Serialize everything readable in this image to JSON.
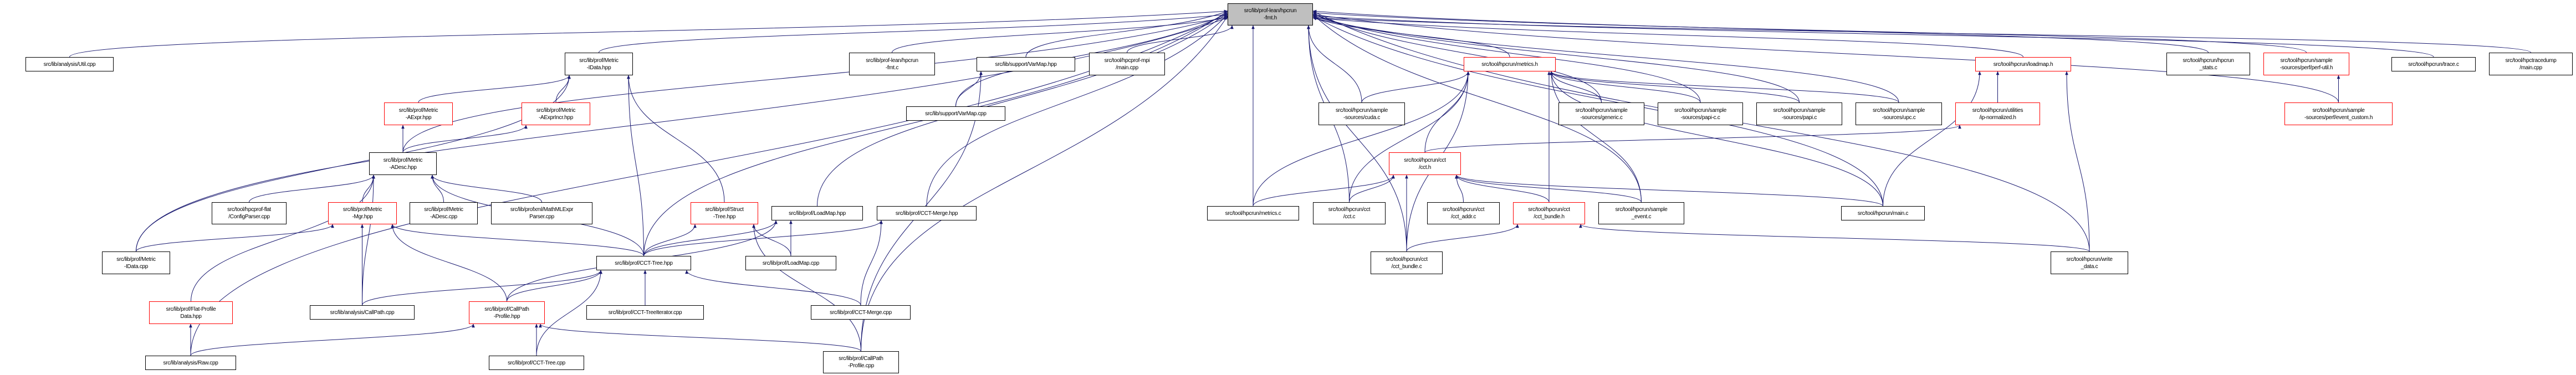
{
  "graph": {
    "edge_color": "#191970",
    "root_fill": "#bfbfbf",
    "truncated_border_color": "#ff0000",
    "nodes": [
      {
        "id": "fmt_h",
        "label": "src/lib/prof-lean/hpcrun\n-fmt.h",
        "style": "root"
      },
      {
        "id": "util_cpp",
        "label": "src/lib/analysis/Util.cpp",
        "style": "normal"
      },
      {
        "id": "idata_hpp",
        "label": "src/lib/prof/Metric\n-IData.hpp",
        "style": "normal"
      },
      {
        "id": "aexpr_hpp",
        "label": "src/lib/prof/Metric\n-AExpr.hpp",
        "style": "red"
      },
      {
        "id": "aexprincr_hpp",
        "label": "src/lib/prof/Metric\n-AExprIncr.hpp",
        "style": "red"
      },
      {
        "id": "adesc_hpp",
        "label": "src/lib/prof/Metric\n-ADesc.hpp",
        "style": "normal"
      },
      {
        "id": "configparser",
        "label": "src/tool/hpcprof-flat\n/ConfigParser.cpp",
        "style": "normal"
      },
      {
        "id": "mgr_hpp",
        "label": "src/lib/prof/Metric\n-Mgr.hpp",
        "style": "red"
      },
      {
        "id": "adesc_cpp",
        "label": "src/lib/prof/Metric\n-ADesc.cpp",
        "style": "normal"
      },
      {
        "id": "mathml",
        "label": "src/lib/profxml/MathMLExpr\nParser.cpp",
        "style": "normal"
      },
      {
        "id": "idata_cpp",
        "label": "src/lib/prof/Metric\n-IData.cpp",
        "style": "normal"
      },
      {
        "id": "ccttree_hpp",
        "label": "src/lib/prof/CCT-Tree.hpp",
        "style": "normal"
      },
      {
        "id": "flatprofile",
        "label": "src/lib/prof/Flat-Profile\nData.hpp",
        "style": "red"
      },
      {
        "id": "callpath_cpp",
        "label": "src/lib/analysis/CallPath.cpp",
        "style": "normal"
      },
      {
        "id": "cpprofile_hpp",
        "label": "src/lib/prof/CallPath\n-Profile.hpp",
        "style": "red"
      },
      {
        "id": "treeiter",
        "label": "src/lib/prof/CCT-TreeIterator.cpp",
        "style": "normal"
      },
      {
        "id": "raw_cpp",
        "label": "src/lib/analysis/Raw.cpp",
        "style": "normal"
      },
      {
        "id": "ccttree_cpp",
        "label": "src/lib/prof/CCT-Tree.cpp",
        "style": "normal"
      },
      {
        "id": "fmt_c",
        "label": "src/lib/prof-lean/hpcrun\n-fmt.c",
        "style": "normal"
      },
      {
        "id": "varmap_hpp",
        "label": "src/lib/support/VarMap.hpp",
        "style": "normal"
      },
      {
        "id": "mpi_main",
        "label": "src/tool/hpcprof-mpi\n/main.cpp",
        "style": "normal"
      },
      {
        "id": "varmap_cpp",
        "label": "src/lib/support/VarMap.cpp",
        "style": "normal"
      },
      {
        "id": "struct_hpp",
        "label": "src/lib/prof/Struct\n-Tree.hpp",
        "style": "red"
      },
      {
        "id": "loadmap_hpp",
        "label": "src/lib/prof/LoadMap.hpp",
        "style": "normal"
      },
      {
        "id": "merge_hpp",
        "label": "src/lib/prof/CCT-Merge.hpp",
        "style": "normal"
      },
      {
        "id": "loadmap_cpp",
        "label": "src/lib/prof/LoadMap.cpp",
        "style": "normal"
      },
      {
        "id": "merge_cpp",
        "label": "src/lib/prof/CCT-Merge.cpp",
        "style": "normal"
      },
      {
        "id": "cpprofile_cpp",
        "label": "src/lib/prof/CallPath\n-Profile.cpp",
        "style": "normal"
      },
      {
        "id": "metrics_c",
        "label": "src/tool/hpcrun/metrics.c",
        "style": "normal"
      },
      {
        "id": "metrics_h",
        "label": "src/tool/hpcrun/metrics.h",
        "style": "red"
      },
      {
        "id": "cuda_c",
        "label": "src/tool/hpcrun/sample\n-sources/cuda.c",
        "style": "normal"
      },
      {
        "id": "cct_c",
        "label": "src/tool/hpcrun/cct\n/cct.c",
        "style": "normal"
      },
      {
        "id": "generic_c",
        "label": "src/tool/hpcrun/sample\n-sources/generic.c",
        "style": "normal"
      },
      {
        "id": "papic_c",
        "label": "src/tool/hpcrun/sample\n-sources/papi-c.c",
        "style": "normal"
      },
      {
        "id": "papi_c",
        "label": "src/tool/hpcrun/sample\n-sources/papi.c",
        "style": "normal"
      },
      {
        "id": "upc_c",
        "label": "src/tool/hpcrun/sample\n-sources/upc.c",
        "style": "normal"
      },
      {
        "id": "ipnorm_h",
        "label": "src/tool/hpcrun/utilities\n/ip-normalized.h",
        "style": "red"
      },
      {
        "id": "cct_h",
        "label": "src/tool/hpcrun/cct\n/cct.h",
        "style": "red"
      },
      {
        "id": "cctaddr_c",
        "label": "src/tool/hpcrun/cct\n/cct_addr.c",
        "style": "normal"
      },
      {
        "id": "bundle_h",
        "label": "src/tool/hpcrun/cct\n/cct_bundle.h",
        "style": "red"
      },
      {
        "id": "sample_event",
        "label": "src/tool/hpcrun/sample\n_event.c",
        "style": "normal"
      },
      {
        "id": "main_c",
        "label": "src/tool/hpcrun/main.c",
        "style": "normal"
      },
      {
        "id": "bundle_c",
        "label": "src/tool/hpcrun/cct\n/cct_bundle.c",
        "style": "normal"
      },
      {
        "id": "loadmap_h",
        "label": "src/tool/hpcrun/loadmap.h",
        "style": "red"
      },
      {
        "id": "stats_c",
        "label": "src/tool/hpcrun/hpcrun\n_stats.c",
        "style": "normal"
      },
      {
        "id": "perfutil_h",
        "label": "src/tool/hpcrun/sample\n-sources/perf/perf-util.h",
        "style": "red"
      },
      {
        "id": "eventcustom_h",
        "label": "src/tool/hpcrun/sample\n-sources/perf/event_custom.h",
        "style": "red"
      },
      {
        "id": "trace_c",
        "label": "src/tool/hpcrun/trace.c",
        "style": "normal"
      },
      {
        "id": "tracedump_main",
        "label": "src/tool/hpctracedump\n/main.cpp",
        "style": "normal"
      },
      {
        "id": "writedata_c",
        "label": "src/tool/hpcrun/write\n_data.c",
        "style": "normal"
      }
    ],
    "edges": [
      [
        "util_cpp",
        "fmt_h"
      ],
      [
        "raw_cpp",
        "fmt_h"
      ],
      [
        "idata_hpp",
        "fmt_h"
      ],
      [
        "adesc_hpp",
        "fmt_h"
      ],
      [
        "idata_cpp",
        "fmt_h"
      ],
      [
        "ccttree_hpp",
        "fmt_h"
      ],
      [
        "loadmap_hpp",
        "fmt_h"
      ],
      [
        "merge_hpp",
        "fmt_h"
      ],
      [
        "cpprofile_cpp",
        "fmt_h"
      ],
      [
        "fmt_c",
        "fmt_h"
      ],
      [
        "varmap_hpp",
        "fmt_h"
      ],
      [
        "varmap_cpp",
        "fmt_h"
      ],
      [
        "mpi_main",
        "fmt_h"
      ],
      [
        "metrics_c",
        "fmt_h"
      ],
      [
        "metrics_h",
        "fmt_h"
      ],
      [
        "cuda_c",
        "fmt_h"
      ],
      [
        "generic_c",
        "fmt_h"
      ],
      [
        "papic_c",
        "fmt_h"
      ],
      [
        "papi_c",
        "fmt_h"
      ],
      [
        "upc_c",
        "fmt_h"
      ],
      [
        "cct_c",
        "fmt_h"
      ],
      [
        "bundle_c",
        "fmt_h"
      ],
      [
        "sample_event",
        "fmt_h"
      ],
      [
        "main_c",
        "fmt_h"
      ],
      [
        "loadmap_h",
        "fmt_h"
      ],
      [
        "stats_c",
        "fmt_h"
      ],
      [
        "perfutil_h",
        "fmt_h"
      ],
      [
        "eventcustom_h",
        "fmt_h"
      ],
      [
        "trace_c",
        "fmt_h"
      ],
      [
        "tracedump_main",
        "fmt_h"
      ],
      [
        "writedata_c",
        "fmt_h"
      ],
      [
        "aexpr_hpp",
        "idata_hpp"
      ],
      [
        "aexprincr_hpp",
        "idata_hpp"
      ],
      [
        "adesc_hpp",
        "aexpr_hpp"
      ],
      [
        "adesc_hpp",
        "aexprincr_hpp"
      ],
      [
        "idata_cpp",
        "idata_hpp"
      ],
      [
        "configparser",
        "adesc_hpp"
      ],
      [
        "mgr_hpp",
        "adesc_hpp"
      ],
      [
        "adesc_cpp",
        "adesc_hpp"
      ],
      [
        "mathml",
        "adesc_hpp"
      ],
      [
        "ccttree_hpp",
        "adesc_hpp"
      ],
      [
        "idata_cpp",
        "mgr_hpp"
      ],
      [
        "ccttree_hpp",
        "mgr_hpp"
      ],
      [
        "callpath_cpp",
        "mgr_hpp"
      ],
      [
        "callpath_cpp",
        "adesc_hpp"
      ],
      [
        "cpprofile_hpp",
        "mgr_hpp"
      ],
      [
        "ccttree_hpp",
        "idata_hpp"
      ],
      [
        "struct_hpp",
        "idata_hpp"
      ],
      [
        "flatprofile",
        "adesc_hpp"
      ],
      [
        "raw_cpp",
        "flatprofile"
      ],
      [
        "raw_cpp",
        "cpprofile_hpp"
      ],
      [
        "callpath_cpp",
        "ccttree_hpp"
      ],
      [
        "cpprofile_hpp",
        "ccttree_hpp"
      ],
      [
        "treeiter",
        "ccttree_hpp"
      ],
      [
        "ccttree_cpp",
        "ccttree_hpp"
      ],
      [
        "ccttree_cpp",
        "cpprofile_hpp"
      ],
      [
        "cpprofile_cpp",
        "cpprofile_hpp"
      ],
      [
        "cpprofile_cpp",
        "struct_hpp"
      ],
      [
        "ccttree_hpp",
        "struct_hpp"
      ],
      [
        "ccttree_hpp",
        "loadmap_hpp"
      ],
      [
        "ccttree_hpp",
        "merge_hpp"
      ],
      [
        "loadmap_cpp",
        "loadmap_hpp"
      ],
      [
        "loadmap_cpp",
        "struct_hpp"
      ],
      [
        "cpprofile_hpp",
        "loadmap_hpp"
      ],
      [
        "merge_cpp",
        "merge_hpp"
      ],
      [
        "merge_cpp",
        "ccttree_hpp"
      ],
      [
        "varmap_cpp",
        "varmap_hpp"
      ],
      [
        "cpprofile_cpp",
        "varmap_hpp"
      ],
      [
        "cuda_c",
        "metrics_h"
      ],
      [
        "generic_c",
        "metrics_h"
      ],
      [
        "papic_c",
        "metrics_h"
      ],
      [
        "papi_c",
        "metrics_h"
      ],
      [
        "upc_c",
        "metrics_h"
      ],
      [
        "cct_h",
        "metrics_h"
      ],
      [
        "cct_c",
        "metrics_h"
      ],
      [
        "metrics_c",
        "metrics_h"
      ],
      [
        "sample_event",
        "metrics_h"
      ],
      [
        "main_c",
        "metrics_h"
      ],
      [
        "bundle_c",
        "metrics_h"
      ],
      [
        "bundle_h",
        "metrics_h"
      ],
      [
        "cct_c",
        "cct_h"
      ],
      [
        "metrics_c",
        "cct_h"
      ],
      [
        "cctaddr_c",
        "cct_h"
      ],
      [
        "bundle_h",
        "cct_h"
      ],
      [
        "sample_event",
        "cct_h"
      ],
      [
        "main_c",
        "cct_h"
      ],
      [
        "bundle_c",
        "cct_h"
      ],
      [
        "cct_h",
        "ipnorm_h"
      ],
      [
        "bundle_c",
        "bundle_h"
      ],
      [
        "writedata_c",
        "bundle_h"
      ],
      [
        "ipnorm_h",
        "loadmap_h"
      ],
      [
        "main_c",
        "loadmap_h"
      ],
      [
        "writedata_c",
        "loadmap_h"
      ],
      [
        "eventcustom_h",
        "perfutil_h"
      ]
    ]
  }
}
